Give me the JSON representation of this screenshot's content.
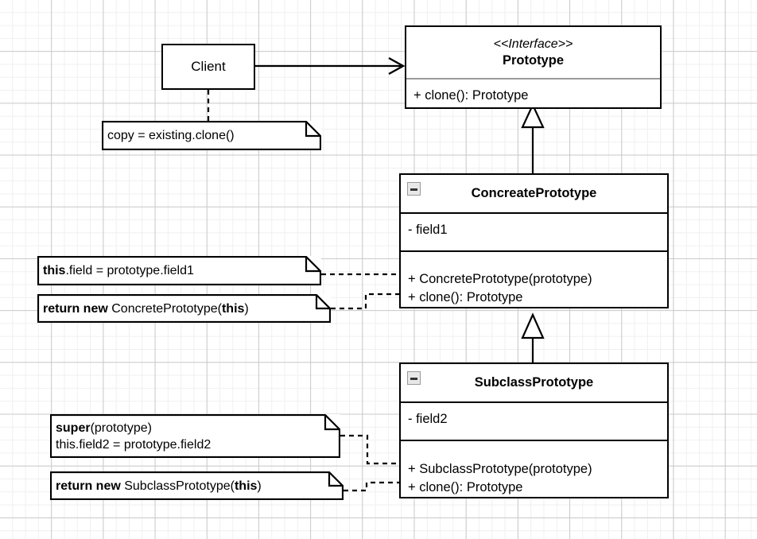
{
  "diagram": {
    "title": "Prototype design pattern UML class diagram",
    "type": "uml-class-diagram",
    "colors": {
      "stroke": "#000000",
      "fill": "#ffffff",
      "grid_minor": "#f0f0f0",
      "grid_major": "#c9c9c9",
      "separator_grey": "#9a9a9a",
      "icon_fill": "#e8e8e8"
    }
  },
  "classes": {
    "client": {
      "name": "Client"
    },
    "prototype": {
      "stereotype": "<<Interface>>",
      "name": "Prototype",
      "operations": [
        "+ clone(): Prototype"
      ]
    },
    "concrete_prototype": {
      "name": "ConcreatePrototype",
      "collapse_icon": "collapse-minus-icon",
      "attributes": [
        "- field1"
      ],
      "operations": [
        "+ ConcretePrototype(prototype)",
        "+ clone(): Prototype"
      ]
    },
    "subclass_prototype": {
      "name": "SubclassPrototype",
      "collapse_icon": "collapse-minus-icon",
      "attributes": [
        "- field2"
      ],
      "operations": [
        "+ SubclassPrototype(prototype)",
        "+ clone(): Prototype"
      ]
    }
  },
  "notes": {
    "client_note": {
      "lines": [
        [
          {
            "text": "copy = existing.clone()",
            "bold": false
          }
        ]
      ]
    },
    "concrete_ctor_note": {
      "lines": [
        [
          {
            "text": "this",
            "bold": true
          },
          {
            "text": ".field = prototype.field1",
            "bold": false
          }
        ]
      ]
    },
    "concrete_clone_note": {
      "lines": [
        [
          {
            "text": "return new ",
            "bold": true
          },
          {
            "text": "ConcretePrototype(",
            "bold": false
          },
          {
            "text": "this",
            "bold": true
          },
          {
            "text": ")",
            "bold": false
          }
        ]
      ]
    },
    "subclass_ctor_note": {
      "lines": [
        [
          {
            "text": "super",
            "bold": true
          },
          {
            "text": "(prototype)",
            "bold": false
          }
        ],
        [
          {
            "text": "this.field2 = prototype.field2",
            "bold": false
          }
        ]
      ]
    },
    "subclass_clone_note": {
      "lines": [
        [
          {
            "text": "return new ",
            "bold": true
          },
          {
            "text": "SubclassPrototype(",
            "bold": false
          },
          {
            "text": "this",
            "bold": true
          },
          {
            "text": ")",
            "bold": false
          }
        ]
      ]
    }
  },
  "connectors": [
    {
      "name": "client-uses-prototype",
      "kind": "association",
      "from": "Client",
      "to": "Prototype",
      "arrow": "open-arrow",
      "style": "solid"
    },
    {
      "name": "concrete-implements-prototype",
      "kind": "realization-generalization",
      "from": "ConcreatePrototype",
      "to": "Prototype",
      "arrow": "hollow-triangle",
      "style": "solid"
    },
    {
      "name": "subclass-extends-concrete",
      "kind": "generalization",
      "from": "SubclassPrototype",
      "to": "ConcreatePrototype",
      "arrow": "hollow-triangle",
      "style": "solid"
    },
    {
      "name": "client-note-link",
      "kind": "note-link",
      "style": "dashed"
    },
    {
      "name": "concrete-ctor-note-link",
      "kind": "note-link",
      "style": "dashed"
    },
    {
      "name": "concrete-clone-note-link",
      "kind": "note-link",
      "style": "dashed"
    },
    {
      "name": "subclass-ctor-note-link",
      "kind": "note-link",
      "style": "dashed"
    },
    {
      "name": "subclass-clone-note-link",
      "kind": "note-link",
      "style": "dashed"
    }
  ]
}
